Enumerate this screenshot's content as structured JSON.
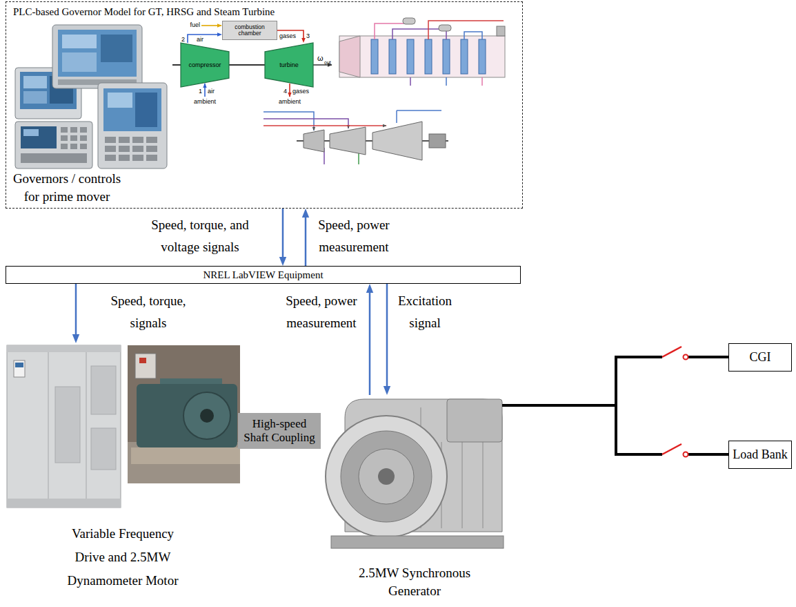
{
  "diagram": {
    "nodes": [
      {
        "text": [
          "PLC-based Governor Model for GT, HRSG and Steam Turbine"
        ]
      },
      {
        "text": [
          "combustion chamber"
        ],
        "in": 0
      },
      {
        "text": [
          "compressor"
        ],
        "in": 0
      },
      {
        "text": [
          "turbine"
        ],
        "in": 0
      },
      {
        "text": [
          "NREL LabVIEW Equipment"
        ]
      },
      {
        "text": [
          "Variable Frequency Drive and 2.5MW Dynamometer Motor"
        ]
      },
      {
        "text": [
          "High-speed Shaft Coupling"
        ]
      },
      {
        "text": [
          "2.5MW Synchronous Generator"
        ]
      },
      {
        "text": [
          "CGI"
        ]
      },
      {
        "text": [
          "Load Bank"
        ]
      }
    ],
    "edges": [
      {
        "from": 2,
        "to": 1,
        "arrow": "to",
        "label": "air"
      },
      {
        "from": 1,
        "to": 3,
        "arrow": "to",
        "label": "gases"
      },
      {
        "from": 0,
        "to": 4,
        "arrow": "to",
        "label": "Speed, torque, and voltage signals"
      },
      {
        "from": 4,
        "to": 0,
        "arrow": "to",
        "label": "Speed, power measurement"
      },
      {
        "from": 4,
        "to": 5,
        "arrow": "to",
        "label": "Speed, torque, signals"
      },
      {
        "from": 7,
        "to": 4,
        "arrow": "to",
        "label": "Speed, power measurement"
      },
      {
        "from": 4,
        "to": 7,
        "arrow": "to",
        "label": "Excitation signal"
      },
      {
        "from": 7,
        "to": 8,
        "arrow": "none"
      },
      {
        "from": 7,
        "to": 9,
        "arrow": "none"
      }
    ],
    "labels": [
      "Governors / controls for prime mover",
      "fuel",
      "2",
      "3",
      "1",
      "air",
      "ambient",
      "4",
      "gases",
      "ambient",
      "ω",
      "out"
    ]
  }
}
